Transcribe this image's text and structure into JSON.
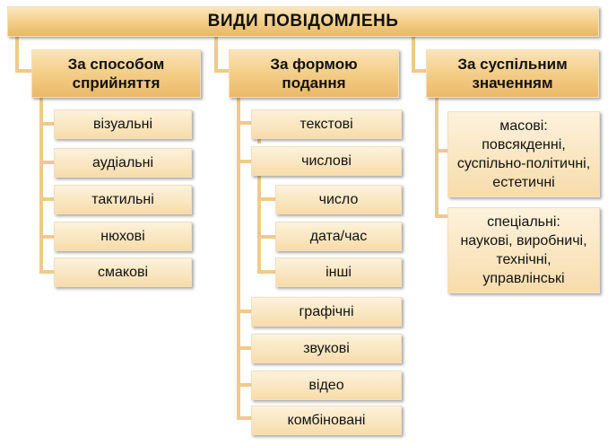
{
  "title": "ВИДИ ПОВІДОМЛЕНЬ",
  "perception": {
    "label_line1": "За способом",
    "label_line2": "сприйняття",
    "items": [
      "візуальні",
      "аудіальні",
      "тактильні",
      "нюхові",
      "смакові"
    ]
  },
  "form": {
    "label_line1": "За формою",
    "label_line2": "подання",
    "items": [
      "текстові",
      "числові",
      "графічні",
      "звукові",
      "відео",
      "комбіновані"
    ],
    "numeric_subitems": [
      "число",
      "дата/час",
      "інші"
    ]
  },
  "social": {
    "label_line1": "За суспільним",
    "label_line2": "значенням",
    "mass": {
      "line1": "масові:",
      "line2": "повсякденні,",
      "line3": "суспільно-політичні,",
      "line4": "естетичні"
    },
    "special": {
      "line1": "спеціальні:",
      "line2": "наукові, виробничі,",
      "line3": "технічні,",
      "line4": "управлінські"
    }
  },
  "colors": {
    "header_fill": "#f3cd86",
    "leaf_fill": "#f7dcaa",
    "connector": "#f1c98a"
  }
}
